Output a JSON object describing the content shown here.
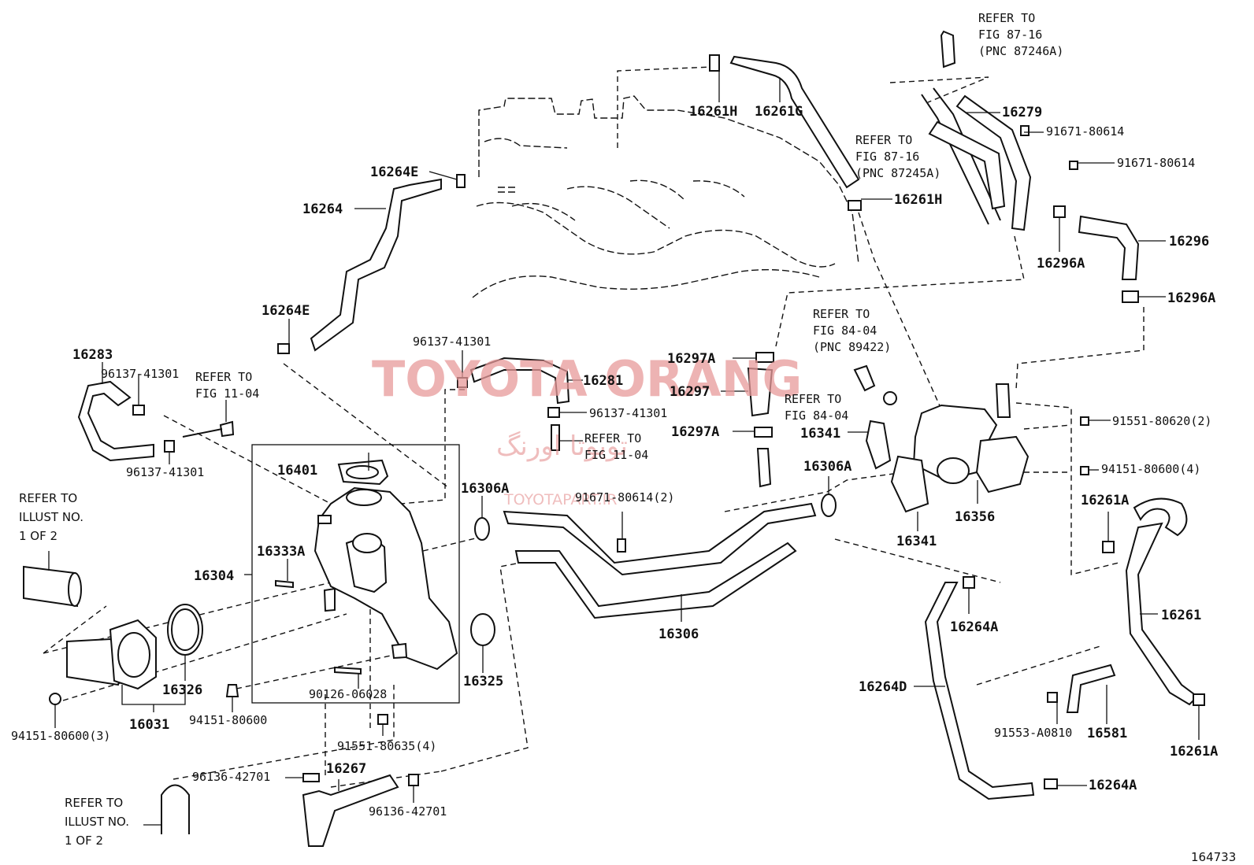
{
  "watermark": {
    "brand": "TOYOTA ORANG",
    "brand_fa": "تویوتا اورنگ",
    "site": "TOYOTAPART.IR"
  },
  "diagram_id": "164733",
  "refer_notes": {
    "fig_87_16_a": [
      "REFER TO",
      "FIG 87-16",
      "(PNC 87246A)"
    ],
    "fig_87_16_b": [
      "REFER TO",
      "FIG 87-16",
      "(PNC 87245A)"
    ],
    "fig_84_04_a": [
      "REFER TO",
      "FIG 84-04",
      "(PNC 89422)"
    ],
    "fig_84_04_b": [
      "REFER TO",
      "FIG 84-04"
    ],
    "fig_11_04_a": [
      "REFER TO",
      "FIG 11-04"
    ],
    "fig_11_04_b": [
      "REFER TO",
      "FIG 11-04"
    ],
    "illust_a": [
      "REFER TO",
      "ILLUST NO.",
      "1 OF 2"
    ],
    "illust_b": [
      "REFER TO",
      "ILLUST NO.",
      "1 OF 2"
    ]
  },
  "part_labels": {
    "p16261H_top": "16261H",
    "p16261G": "16261G",
    "p16279": "16279",
    "p91671_80614_a": "91671-80614",
    "p91671_80614_b": "91671-80614",
    "p16261H_mid": "16261H",
    "p16296": "16296",
    "p16296A_a": "16296A",
    "p16296A_b": "16296A",
    "p16264E_top": "16264E",
    "p16264": "16264",
    "p16264E_low": "16264E",
    "p16283": "16283",
    "p96137_41301_a": "96137-41301",
    "p96137_41301_b": "96137-41301",
    "p96137_41301_c": "96137-41301",
    "p96137_41301_d": "96137-41301",
    "p16281": "16281",
    "p16297A_a": "16297A",
    "p16297": "16297",
    "p16297A_b": "16297A",
    "p16341_a": "16341",
    "p16341_b": "16341",
    "p16306A_a": "16306A",
    "p16306A_b": "16306A",
    "p91551_80620": "91551-80620(2)",
    "p94151_80600_4": "94151-80600(4)",
    "p16356": "16356",
    "p16261A_a": "16261A",
    "p16261A_b": "16261A",
    "p16261": "16261",
    "p16401": "16401",
    "p16333A": "16333A",
    "p16304": "16304",
    "p91671_80614_2": "91671-80614(2)",
    "p16306": "16306",
    "p16264A_a": "16264A",
    "p16264A_b": "16264A",
    "p16264D": "16264D",
    "p91553_A0810": "91553-A0810",
    "p16581": "16581",
    "p16326": "16326",
    "p16031": "16031",
    "p94151_80600_3": "94151-80600(3)",
    "p94151_80600": "94151-80600",
    "p90126_06028": "90126-06028",
    "p16325": "16325",
    "p91551_80635": "91551-80635(4)",
    "p96136_42701_a": "96136-42701",
    "p96136_42701_b": "96136-42701",
    "p16267": "16267"
  }
}
